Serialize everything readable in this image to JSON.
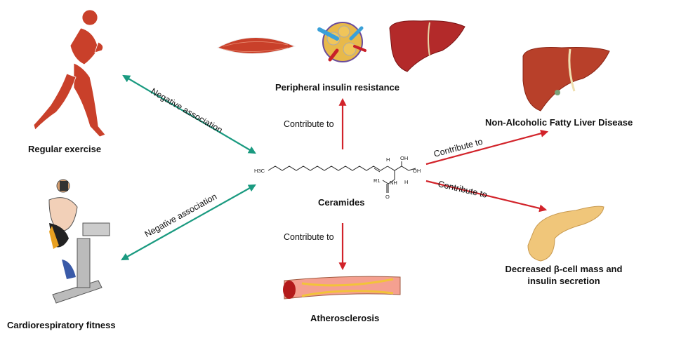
{
  "colors": {
    "negative_association": "#1a9a80",
    "contribute_to": "#d2232a",
    "text": "#111111"
  },
  "center": {
    "label": "Ceramides",
    "structure": {
      "methyl": "H3C",
      "oh_top": "OH",
      "h_top": "H",
      "oh_right": "OH",
      "nh": "NH",
      "h_bottom": "H",
      "r1": "R1",
      "o": "O"
    }
  },
  "left_nodes": [
    {
      "id": "regular-exercise",
      "label": "Regular exercise",
      "icon": "running-muscle-figure-icon"
    },
    {
      "id": "cardiorespiratory-fitness",
      "label": "Cardiorespiratory fitness",
      "icon": "exercise-bike-vo2-test-icon"
    }
  ],
  "outcomes": [
    {
      "id": "peripheral-insulin-resistance",
      "label": "Peripheral insulin resistance",
      "icons": [
        "skeletal-muscle-icon",
        "adipose-tissue-icon",
        "liver-icon"
      ]
    },
    {
      "id": "nafld",
      "label": "Non-Alcoholic Fatty Liver Disease",
      "icon": "liver-icon"
    },
    {
      "id": "beta-cell",
      "label_line1": "Decreased β-cell mass and",
      "label_line2": "insulin secretion",
      "icon": "pancreas-icon"
    },
    {
      "id": "atherosclerosis",
      "label": "Atherosclerosis",
      "icon": "artery-plaque-icon"
    }
  ],
  "edges": [
    {
      "from": "regular-exercise",
      "to": "ceramides",
      "label": "Negative association",
      "type": "bidirectional"
    },
    {
      "from": "cardiorespiratory-fitness",
      "to": "ceramides",
      "label": "Negative association",
      "type": "bidirectional"
    },
    {
      "from": "ceramides",
      "to": "peripheral-insulin-resistance",
      "label": "Contribute to",
      "type": "directed"
    },
    {
      "from": "ceramides",
      "to": "nafld",
      "label": "Contribute to",
      "type": "directed"
    },
    {
      "from": "ceramides",
      "to": "beta-cell",
      "label": "Contribute to",
      "type": "directed"
    },
    {
      "from": "ceramides",
      "to": "atherosclerosis",
      "label": "Contribute to",
      "type": "directed"
    }
  ]
}
